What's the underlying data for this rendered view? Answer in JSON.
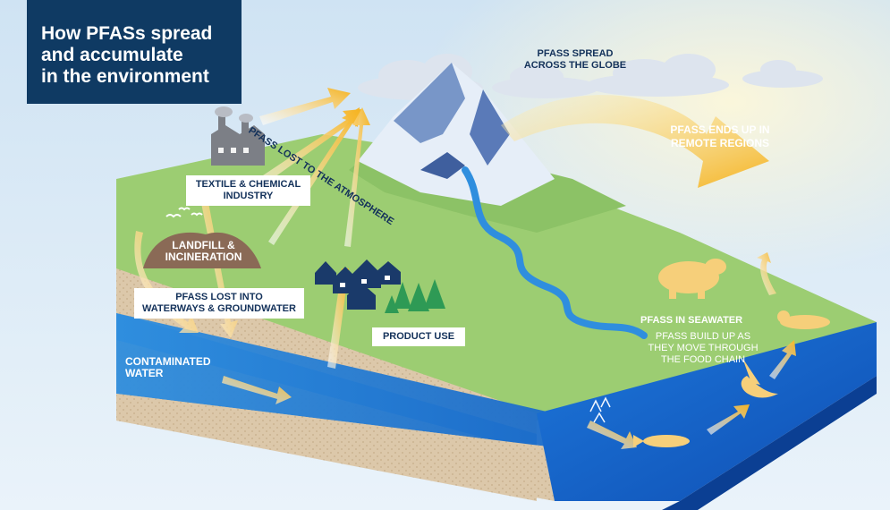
{
  "title": "How PFASs spread\nand accumulate\nin the environment",
  "labels": {
    "spread_globe": "PFASs SPREAD\nACROSS THE GLOBE",
    "remote_regions": "PFASs ENDS UP IN\nREMOTE REGIONS",
    "lost_atmosphere": "PFASs LOST TO THE ATMOSPHERE",
    "textile_industry": "TEXTILE & CHEMICAL\nINDUSTRY",
    "landfill": "LANDFILL &\nINCINERATION",
    "lost_waterways": "PFASs LOST INTO\nWATERWAYS & GROUNDWATER",
    "product_use": "PRODUCT USE",
    "contaminated_water": "CONTAMINATED\nWATER",
    "seawater": "PFASs IN SEAWATER",
    "food_chain": "PFASs BUILD UP AS\nTHEY MOVE THROUGH\nTHE FOOD CHAIN"
  },
  "colors": {
    "title_bg": "#0f3a63",
    "sky": "#dcebf7",
    "land_green": "#9ccd72",
    "soil": "#d9c4a6",
    "water": "#2a7fd4",
    "ocean": "#1460c8",
    "arrow": "#f5b320",
    "text_dark": "#13315a"
  },
  "icons": [
    "factory-icon",
    "mountain-icon",
    "cloud-icon",
    "house-icon",
    "tree-icon",
    "bird-icon",
    "polar-bear-icon",
    "seal-icon",
    "fish-icon",
    "seabird-icon",
    "plankton-icon"
  ]
}
